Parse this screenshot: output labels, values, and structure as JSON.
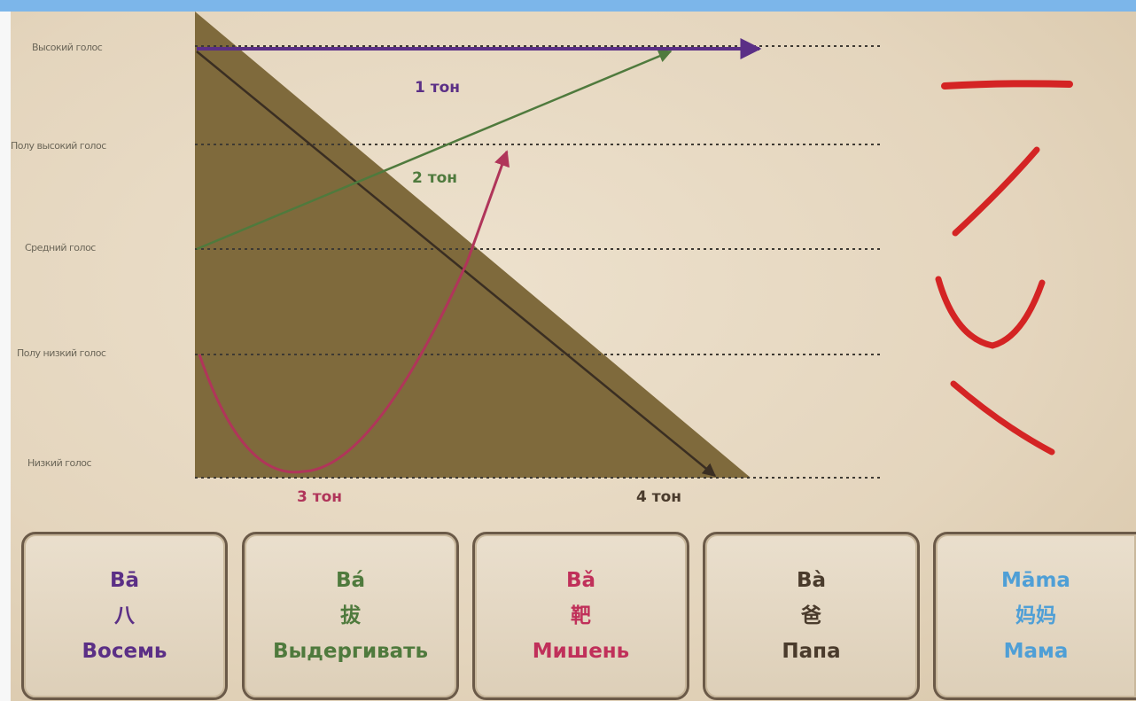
{
  "levels": [
    {
      "label": "Высокий голос"
    },
    {
      "label": "Полу высокий голос"
    },
    {
      "label": "Средний голос"
    },
    {
      "label": "Полу низкий голос"
    },
    {
      "label": "Низкий голос"
    }
  ],
  "tones": [
    {
      "label": "1 тон",
      "color": "#5b2f86"
    },
    {
      "label": "2 тон",
      "color": "#4f7a3d"
    },
    {
      "label": "3 тон",
      "color": "#b0355a"
    },
    {
      "label": "4 тон",
      "color": "#4a3b2c"
    }
  ],
  "colors": {
    "triangle": "#7f6a3c",
    "stroke_marks": "#d42424",
    "grid": "#3e3a33"
  },
  "cards": [
    {
      "pinyin": "Bā",
      "hanzi": "八",
      "meaning": "Восемь",
      "color": "#5b2f86"
    },
    {
      "pinyin": "Bá",
      "hanzi": "拔",
      "meaning": "Выдергивать",
      "color": "#4f7a3d"
    },
    {
      "pinyin": "Bǎ",
      "hanzi": "靶",
      "meaning": "Мишень",
      "color": "#c0305a"
    },
    {
      "pinyin": "Bà",
      "hanzi": "爸",
      "meaning": "Папа",
      "color": "#4a3b2c"
    },
    {
      "pinyin": "Māma",
      "hanzi": "妈妈",
      "meaning": "Мама",
      "color": "#4f9fd6"
    }
  ]
}
